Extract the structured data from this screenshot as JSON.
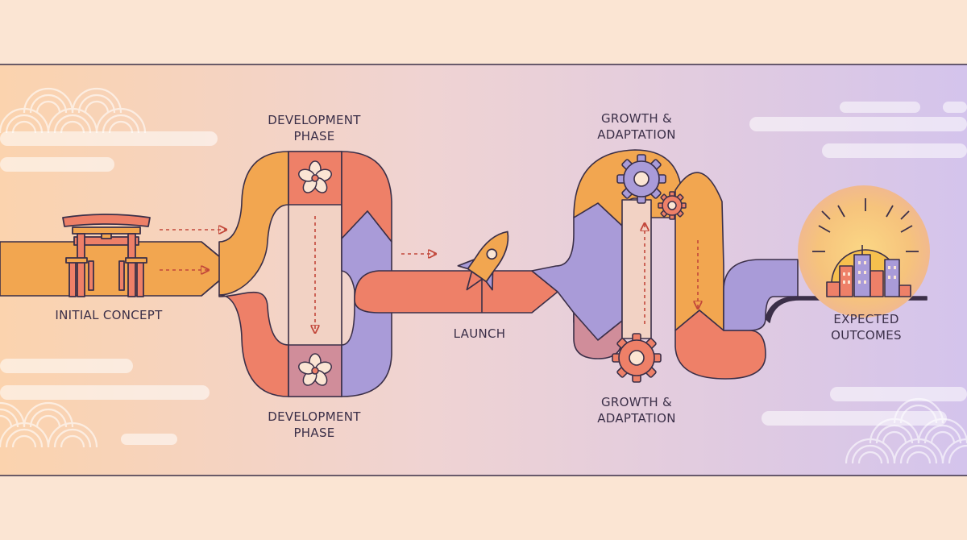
{
  "stages": {
    "initial": {
      "label": "INITIAL CONCEPT"
    },
    "development_top": {
      "line1": "DEVELOPMENT",
      "line2": "PHASE"
    },
    "development_bottom": {
      "line1": "DEVELOPMENT",
      "line2": "PHASE"
    },
    "launch": {
      "label": "LAUNCH"
    },
    "growth_top": {
      "line1": "GROWTH &",
      "line2": "ADAPTATION"
    },
    "growth_bottom": {
      "line1": "GROWTH &",
      "line2": "ADAPTATION"
    },
    "outcomes": {
      "line1": "EXPECTED",
      "line2": "OUTCOMES"
    }
  },
  "icons": [
    "torii-gate-icon",
    "sakura-flower-icon",
    "rocket-icon",
    "gear-icon",
    "sunrise-city-icon",
    "seigaiha-wave-pattern"
  ],
  "colors": {
    "orange": "#f2a650",
    "coral": "#ee8068",
    "purple": "#a99bd8",
    "mauve": "#d08d9a",
    "outline": "#3b2f48",
    "band_left": "#fbd6b3",
    "band_right": "#d6c6ec"
  }
}
